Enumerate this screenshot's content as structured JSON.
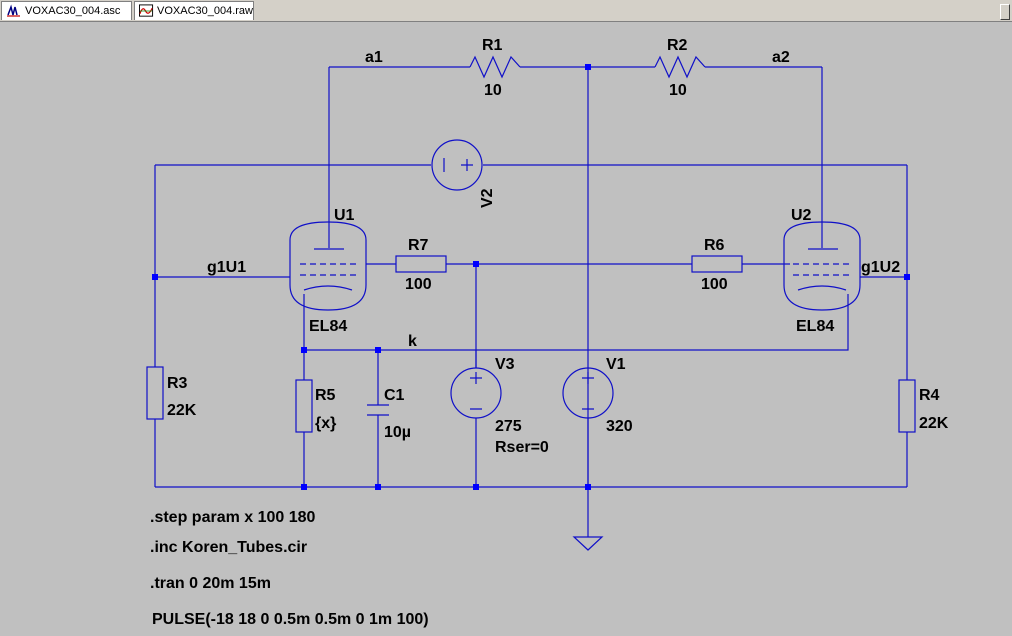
{
  "tabs": [
    {
      "label": "VOXAC30_004.asc",
      "icon": "schematic-icon",
      "active": true
    },
    {
      "label": "VOXAC30_004.raw",
      "icon": "waveform-icon",
      "active": false
    }
  ],
  "colors": {
    "wire": "#1010c8",
    "junction": "#0000ff",
    "background": "#c0c0c0",
    "text": "#000000"
  },
  "nets": {
    "a1": "a1",
    "a2": "a2",
    "g1U1": "g1U1",
    "g1U2": "g1U2",
    "k": "k"
  },
  "components": {
    "R1": {
      "name": "R1",
      "value": "10"
    },
    "R2": {
      "name": "R2",
      "value": "10"
    },
    "R3": {
      "name": "R3",
      "value": "22K"
    },
    "R4": {
      "name": "R4",
      "value": "22K"
    },
    "R5": {
      "name": "R5",
      "value": "{x}"
    },
    "R6": {
      "name": "R6",
      "value": "100"
    },
    "R7": {
      "name": "R7",
      "value": "100"
    },
    "C1": {
      "name": "C1",
      "value": "10µ"
    },
    "U1": {
      "name": "U1",
      "value": "EL84"
    },
    "U2": {
      "name": "U2",
      "value": "EL84"
    },
    "V1": {
      "name": "V1",
      "value": "320"
    },
    "V2": {
      "name": "V2"
    },
    "V3": {
      "name": "V3",
      "value": "275",
      "extra": "Rser=0"
    }
  },
  "directives": [
    ".step param x 100 180",
    ".inc Koren_Tubes.cir",
    ".tran 0 20m 15m",
    "PULSE(-18 18 0 0.5m 0.5m 0 1m 100)"
  ]
}
